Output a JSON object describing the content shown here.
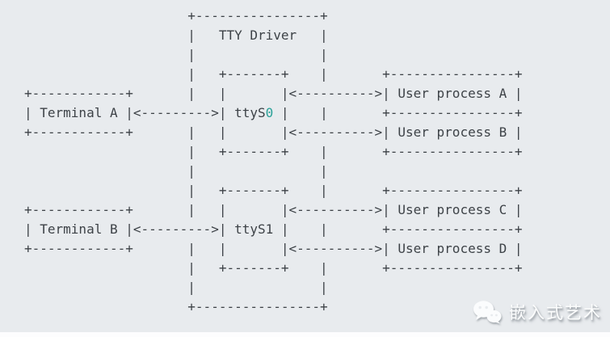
{
  "colors": {
    "background": "#e8ebee",
    "text": "#3d4247",
    "accent": "#2aa198",
    "watermark": "#fcfdfd"
  },
  "diagram": {
    "entities": {
      "driver": "TTY Driver",
      "terminals": [
        "Terminal A",
        "Terminal B"
      ],
      "devices": [
        "ttyS0",
        "ttyS1"
      ],
      "processes": [
        "User process A",
        "User process B",
        "User process C",
        "User process D"
      ]
    },
    "lines": [
      {
        "segments": [
          {
            "t": "                     +----------------+"
          }
        ]
      },
      {
        "segments": [
          {
            "t": "                     |   TTY Driver   |"
          }
        ]
      },
      {
        "segments": [
          {
            "t": "                     |                |"
          }
        ]
      },
      {
        "segments": [
          {
            "t": "                     |   +-------+    |       +----------------+"
          }
        ]
      },
      {
        "segments": [
          {
            "t": "+------------+       |   |       |<---------->| User process A |"
          }
        ]
      },
      {
        "segments": [
          {
            "t": "| Terminal A |<--------->| ttyS"
          },
          {
            "t": "0",
            "c": "accent"
          },
          {
            "t": " |    |       +----------------+"
          }
        ]
      },
      {
        "segments": [
          {
            "t": "+------------+       |   |       |<---------->| User process B |"
          }
        ]
      },
      {
        "segments": [
          {
            "t": "                     |   +-------+    |       +----------------+"
          }
        ]
      },
      {
        "segments": [
          {
            "t": "                     |                |"
          }
        ]
      },
      {
        "segments": [
          {
            "t": "                     |   +-------+    |       +----------------+"
          }
        ]
      },
      {
        "segments": [
          {
            "t": "+------------+       |   |       |<---------->| User process C |"
          }
        ]
      },
      {
        "segments": [
          {
            "t": "| Terminal B |<--------->| ttyS1 |    |       +----------------+"
          }
        ]
      },
      {
        "segments": [
          {
            "t": "+------------+       |   |       |<---------->| User process D |"
          }
        ]
      },
      {
        "segments": [
          {
            "t": "                     |   +-------+    |       +----------------+"
          }
        ]
      },
      {
        "segments": [
          {
            "t": "                     |                |"
          }
        ]
      },
      {
        "segments": [
          {
            "t": "                     +----------------+"
          }
        ]
      }
    ]
  },
  "watermark": {
    "label": "嵌入式艺术",
    "icon": "wechat-icon"
  }
}
